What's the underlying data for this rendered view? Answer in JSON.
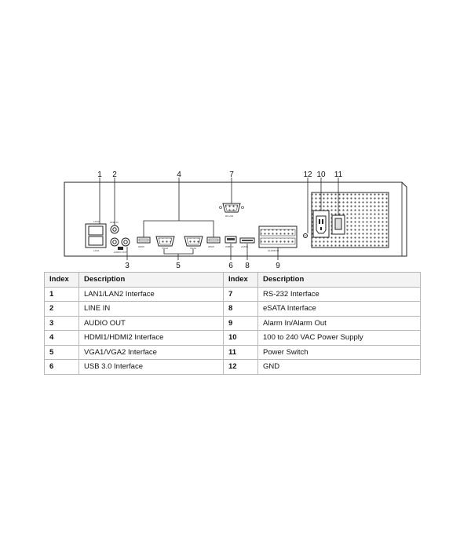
{
  "diagram": {
    "callouts": [
      "1",
      "2",
      "3",
      "4",
      "5",
      "6",
      "7",
      "8",
      "9",
      "10",
      "11",
      "12"
    ],
    "port_labels": {
      "lan2": "LAN2",
      "lan1": "LAN1",
      "line_in": "LINE IN",
      "audio_out": "AUDIO OUT",
      "hdmi": "HDMI",
      "vga2": "VGA2",
      "vga1": "VGA1",
      "usb": "USB3.0",
      "esata": "eSATA",
      "rs232": "RS-232",
      "alarm": "ALARM IN"
    }
  },
  "table": {
    "headers": [
      "Index",
      "Description",
      "Index",
      "Description"
    ],
    "rows": [
      {
        "i1": "1",
        "d1": "LAN1/LAN2 Interface",
        "i2": "7",
        "d2": "RS-232 Interface"
      },
      {
        "i1": "2",
        "d1": "LINE IN",
        "i2": "8",
        "d2": "eSATA Interface"
      },
      {
        "i1": "3",
        "d1": "AUDIO OUT",
        "i2": "9",
        "d2": "Alarm In/Alarm Out"
      },
      {
        "i1": "4",
        "d1": "HDMI1/HDMI2 Interface",
        "i2": "10",
        "d2": "100 to 240 VAC Power Supply"
      },
      {
        "i1": "5",
        "d1": "VGA1/VGA2 Interface",
        "i2": "11",
        "d2": "Power Switch"
      },
      {
        "i1": "6",
        "d1": "USB 3.0 Interface",
        "i2": "12",
        "d2": "GND"
      }
    ]
  }
}
